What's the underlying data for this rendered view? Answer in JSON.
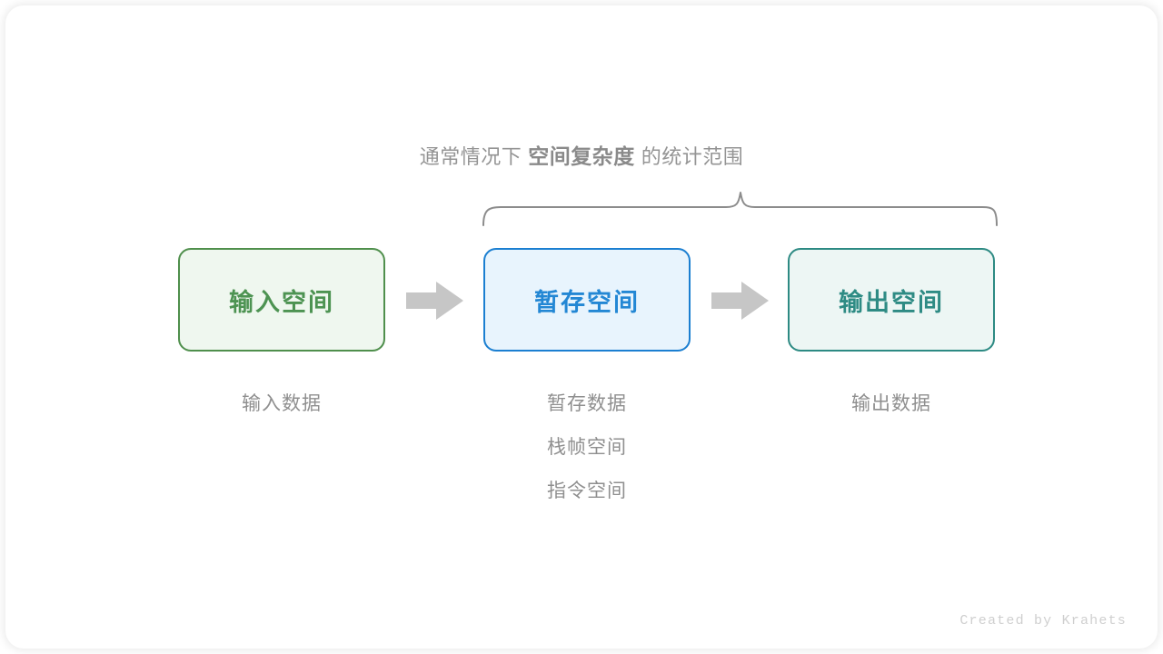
{
  "diagram": {
    "caption": {
      "prefix": "通常情况下",
      "emphasis": "空间复杂度",
      "suffix": "的统计范围"
    },
    "boxes": [
      {
        "label": "输入空间",
        "accent": "#4d9352",
        "border": "#4f8f4c",
        "fill": "#eff7ef"
      },
      {
        "label": "暂存空间",
        "accent": "#2387d4",
        "border": "#1b7fd1",
        "fill": "#e8f4fd"
      },
      {
        "label": "输出空间",
        "accent": "#2e8b84",
        "border": "#2d8a83",
        "fill": "#edf6f4"
      }
    ],
    "sublabels": [
      [
        "输入数据"
      ],
      [
        "暂存数据",
        "栈帧空间",
        "指令空间"
      ],
      [
        "输出数据"
      ]
    ],
    "arrows": [
      {
        "name": "arrow-input-to-temp",
        "color": "#c6c6c6"
      },
      {
        "name": "arrow-temp-to-output",
        "color": "#c6c6c6"
      }
    ],
    "brace": {
      "color": "#8c8c8c"
    },
    "credit": "Created by Krahets"
  }
}
